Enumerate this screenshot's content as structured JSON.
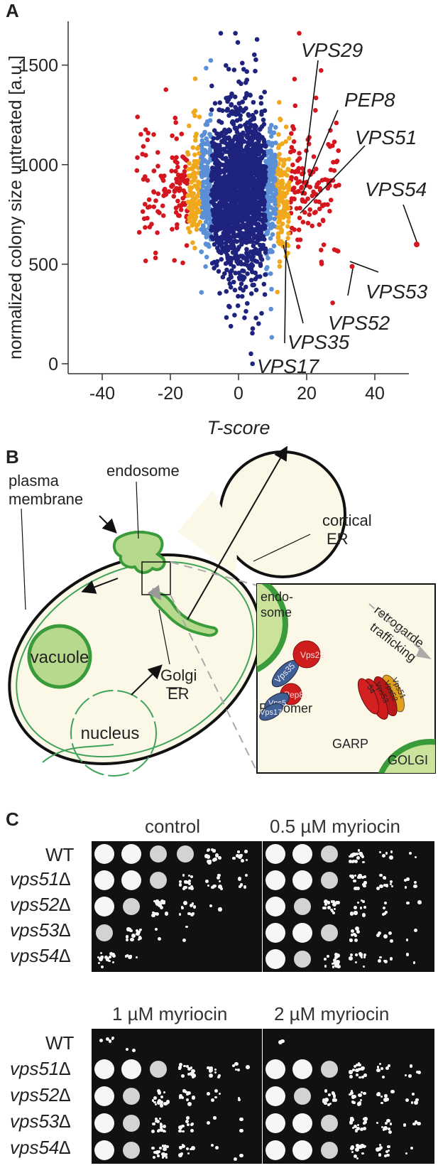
{
  "panels": {
    "a": "A",
    "b": "B",
    "c": "C"
  },
  "chart_data": {
    "type": "scatter",
    "xlabel": "T-score",
    "ylabel": "normalized colony size untreated [a.u.]",
    "xlim": [
      -50,
      50
    ],
    "ylim": [
      -50,
      1720
    ],
    "x_ticks": [
      -40,
      -20,
      0,
      20,
      40
    ],
    "y_ticks": [
      0,
      500,
      1000,
      1500
    ],
    "grid": false,
    "colors": {
      "core": "#1e237e",
      "inner": "#5b8fd6",
      "middle": "#f0a81c",
      "outer": "#d4161f"
    },
    "labeled_points": [
      {
        "name": "VPS29",
        "x": 17,
        "y": 950
      },
      {
        "name": "PEP8",
        "x": 16,
        "y": 900
      },
      {
        "name": "VPS51",
        "x": 16,
        "y": 790
      },
      {
        "name": "VPS54",
        "x": 47,
        "y": 635
      },
      {
        "name": "VPS53",
        "x": 30,
        "y": 520
      },
      {
        "name": "VPS52",
        "x": 31,
        "y": 490
      },
      {
        "name": "VPS35",
        "x": 11,
        "y": 660
      },
      {
        "name": "VPS17",
        "x": 10,
        "y": 680
      }
    ]
  },
  "panelB": {
    "labels": {
      "endosome": "endosome",
      "plasma1": "plasma",
      "plasma2": "membrane",
      "cortical1": "cortical",
      "cortical2": "ER",
      "vacuole": "vacuole",
      "nucleus": "nucleus",
      "golgi": "Golgi",
      "er": "ER"
    },
    "inset": {
      "endo1": "endo-",
      "endo2": "some",
      "retro1": "retrogarde",
      "retro2": "trafficking",
      "vps35": "Vps35",
      "vps29": "Vps29",
      "pep8": "Pep8",
      "vps5": "Vps5",
      "vps17": "Vps17",
      "retromer": "Retromer",
      "garp": "GARP",
      "golgi": "GOLGI",
      "vps51": "Vps51",
      "vps52": "Vps52",
      "vps53": "Vps53",
      "vps54": "54"
    }
  },
  "panelC": {
    "top_titles": [
      "control",
      "0.5 µM myriocin"
    ],
    "bottom_titles": [
      "1 µM myriocin",
      "2 µM myriocin"
    ],
    "strains": [
      "WT",
      "vps51∆",
      "vps52∆",
      "vps53∆",
      "vps54∆"
    ],
    "growth": {
      "top_left": [
        [
          6,
          6,
          5,
          5,
          4,
          3
        ],
        [
          6,
          6,
          5,
          4,
          3,
          2
        ],
        [
          6,
          5,
          4,
          3,
          1,
          0
        ],
        [
          5,
          4,
          1,
          1,
          0,
          0
        ],
        [
          4,
          2,
          0,
          0,
          0,
          0
        ]
      ],
      "top_right": [
        [
          6,
          6,
          5,
          4,
          2,
          1
        ],
        [
          6,
          6,
          5,
          4,
          3,
          2
        ],
        [
          6,
          5,
          4,
          3,
          2,
          1
        ],
        [
          6,
          6,
          5,
          3,
          2,
          1
        ],
        [
          6,
          5,
          4,
          3,
          2,
          1
        ]
      ],
      "bottom_left": [
        [
          2,
          1,
          0,
          0,
          0,
          0
        ],
        [
          6,
          6,
          5,
          4,
          3,
          2
        ],
        [
          6,
          5,
          4,
          3,
          2,
          1
        ],
        [
          6,
          5,
          4,
          3,
          1,
          1
        ],
        [
          6,
          5,
          4,
          3,
          1,
          1
        ]
      ],
      "bottom_right": [
        [
          1,
          0,
          0,
          0,
          0,
          0
        ],
        [
          6,
          6,
          5,
          4,
          3,
          2
        ],
        [
          6,
          5,
          4,
          4,
          3,
          2
        ],
        [
          6,
          6,
          5,
          4,
          3,
          2
        ],
        [
          6,
          6,
          5,
          4,
          3,
          1
        ]
      ]
    }
  }
}
